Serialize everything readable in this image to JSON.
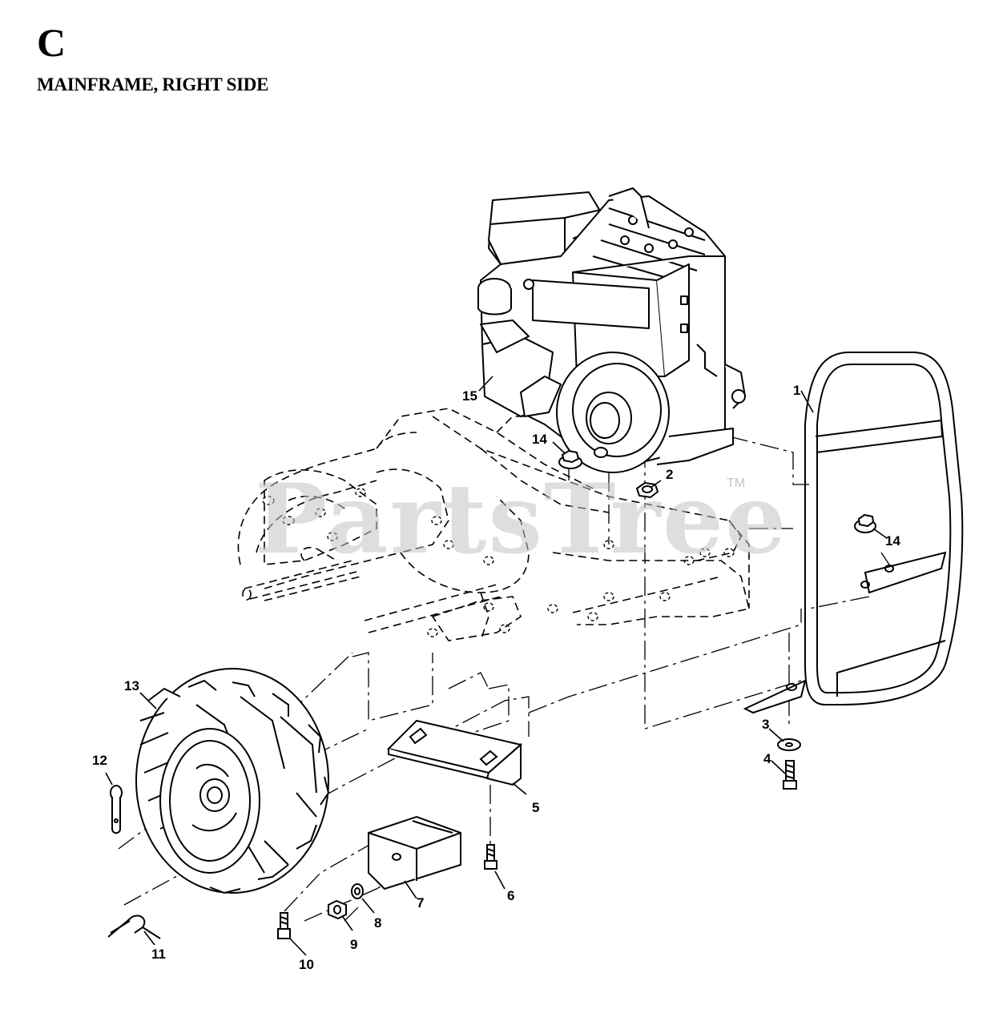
{
  "header": {
    "section_letter": "C",
    "section_title": "MAINFRAME, RIGHT SIDE"
  },
  "watermark": {
    "text": "PartsTree",
    "trademark": "TM"
  },
  "callouts": [
    {
      "id": "1",
      "part": "bumper-frame"
    },
    {
      "id": "2",
      "part": "nut"
    },
    {
      "id": "3",
      "part": "washer"
    },
    {
      "id": "4",
      "part": "bolt"
    },
    {
      "id": "5",
      "part": "bracket"
    },
    {
      "id": "6",
      "part": "bolt"
    },
    {
      "id": "7",
      "part": "weight"
    },
    {
      "id": "8",
      "part": "lock-washer"
    },
    {
      "id": "9",
      "part": "nut"
    },
    {
      "id": "10",
      "part": "bolt"
    },
    {
      "id": "11",
      "part": "hairpin-clip"
    },
    {
      "id": "12",
      "part": "clevis-pin"
    },
    {
      "id": "13",
      "part": "wheel"
    },
    {
      "id": "14",
      "part": "flange-nut"
    },
    {
      "id": "15",
      "part": "engine"
    }
  ],
  "colors": {
    "line": "#000000",
    "watermark": "#c4c4c4",
    "background": "#ffffff"
  }
}
